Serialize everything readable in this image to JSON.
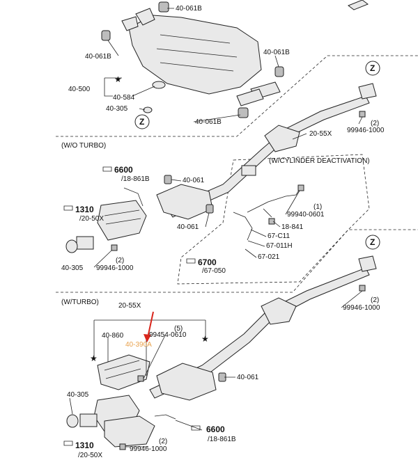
{
  "sections": {
    "wo_turbo": "(W/O TURBO)",
    "w_turbo": "(W/TURBO)",
    "cyl_deact": "(W/CYLINDER DEACTIVATION)"
  },
  "labels": {
    "a40061b_top": "40-061B",
    "a40061b_left": "40-061B",
    "a40061b_right": "40-061B",
    "a40061b_lower": "40-061B",
    "a40500": "40-500",
    "a40584": "40-584",
    "a40305_top": "40-305",
    "a2055x_top": "20-55X",
    "a99946_top": "99946-1000",
    "a2_top": "(2)",
    "a6600_top": "6600",
    "a18861b_top": "/18-861B",
    "a40061_mid": "40-061",
    "a40061_mid2": "40-061",
    "a1310_top": "1310",
    "a2050x_top": "/20-50X",
    "a40305_mid": "40-305",
    "a99946_mid": "99946-1000",
    "a2_mid": "(2)",
    "a99940": "99940-0601",
    "a1_cyl": "(1)",
    "a18841": "18-841",
    "a67c11": "67-C11",
    "a67011h": "67-011H",
    "a67021": "67-021",
    "a6700": "6700",
    "a67050": "/67-050",
    "a99946_turbo": "99946-1000",
    "a2_turbo": "(2)",
    "a2055x_turbo": "20-55X",
    "a40860": "40-860",
    "a99454": "99454-0610",
    "a5": "(5)",
    "a40390a": "40-390A",
    "a40061_turbo": "40-061",
    "a40305_bottom": "40-305",
    "a99946_bottom": "99946-1000",
    "a2_bottom": "(2)",
    "a6600_bottom": "6600",
    "a18861b_bottom": "/18-861B",
    "a1310_bottom": "1310",
    "a2050x_bottom": "/20-50X",
    "z_top": "Z",
    "z_right1": "Z",
    "z_right2": "Z"
  }
}
